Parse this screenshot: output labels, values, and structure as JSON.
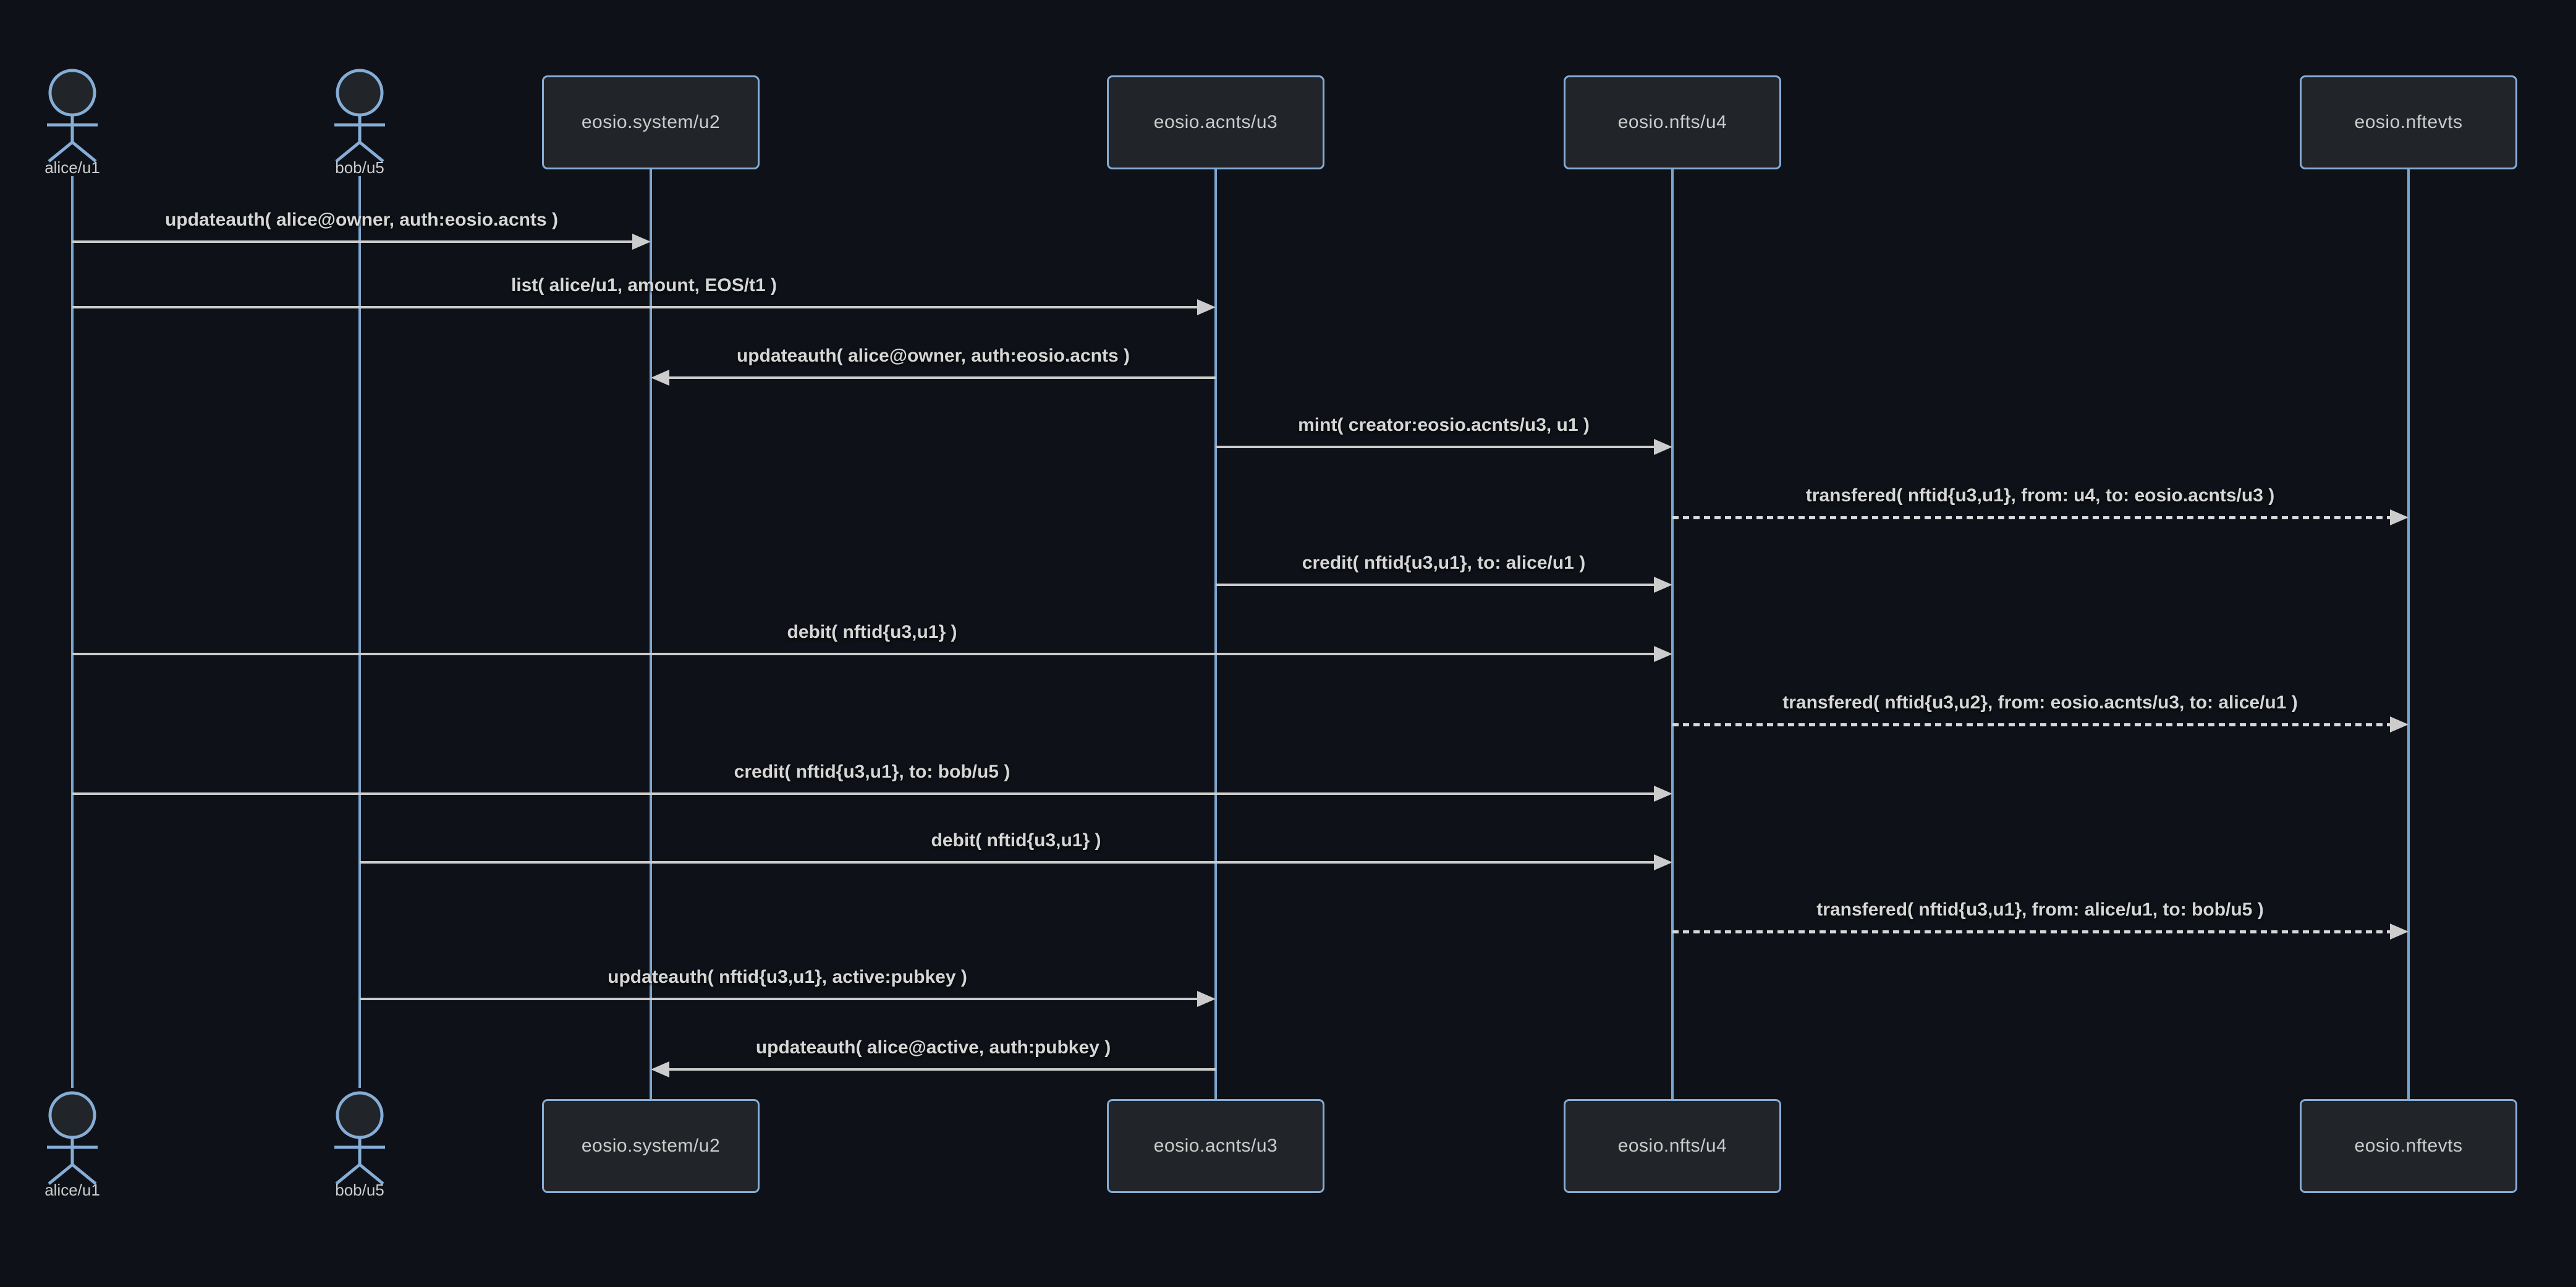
{
  "diagram": {
    "type": "sequence",
    "actors": [
      {
        "label": "alice/u1"
      },
      {
        "label": "bob/u5"
      }
    ],
    "participants": [
      {
        "label": "eosio.system/u2"
      },
      {
        "label": "eosio.acnts/u3"
      },
      {
        "label": "eosio.nfts/u4"
      },
      {
        "label": "eosio.nftevts"
      }
    ],
    "messages": [
      {
        "from": "alice/u1",
        "to": "eosio.system/u2",
        "line": "solid",
        "direction": "right",
        "label": "updateauth( alice@owner, auth:eosio.acnts )"
      },
      {
        "from": "alice/u1",
        "to": "eosio.acnts/u3",
        "line": "solid",
        "direction": "right",
        "label": "list( alice/u1, amount, EOS/t1 )"
      },
      {
        "from": "eosio.acnts/u3",
        "to": "eosio.system/u2",
        "line": "solid",
        "direction": "left",
        "label": "updateauth( alice@owner, auth:eosio.acnts )"
      },
      {
        "from": "eosio.acnts/u3",
        "to": "eosio.nfts/u4",
        "line": "solid",
        "direction": "right",
        "label": "mint( creator:eosio.acnts/u3, u1 )"
      },
      {
        "from": "eosio.nfts/u4",
        "to": "eosio.nftevts",
        "line": "dotted",
        "direction": "right",
        "label": "transfered( nftid{u3,u1}, from: u4, to: eosio.acnts/u3 )"
      },
      {
        "from": "eosio.acnts/u3",
        "to": "eosio.nfts/u4",
        "line": "solid",
        "direction": "right",
        "label": "credit( nftid{u3,u1}, to: alice/u1 )"
      },
      {
        "from": "alice/u1",
        "to": "eosio.nfts/u4",
        "line": "solid",
        "direction": "right",
        "label": "debit( nftid{u3,u1} )"
      },
      {
        "from": "eosio.nfts/u4",
        "to": "eosio.nftevts",
        "line": "dotted",
        "direction": "right",
        "label": "transfered( nftid{u3,u2}, from: eosio.acnts/u3, to: alice/u1 )"
      },
      {
        "from": "alice/u1",
        "to": "eosio.nfts/u4",
        "line": "solid",
        "direction": "right",
        "label": "credit( nftid{u3,u1}, to: bob/u5 )"
      },
      {
        "from": "bob/u5",
        "to": "eosio.nfts/u4",
        "line": "solid",
        "direction": "right",
        "label": "debit( nftid{u3,u1} )"
      },
      {
        "from": "eosio.nfts/u4",
        "to": "eosio.nftevts",
        "line": "dotted",
        "direction": "right",
        "label": "transfered( nftid{u3,u1}, from: alice/u1, to: bob/u5 )"
      },
      {
        "from": "bob/u5",
        "to": "eosio.acnts/u3",
        "line": "solid",
        "direction": "right",
        "label": "updateauth( nftid{u3,u1}, active:pubkey )"
      },
      {
        "from": "eosio.acnts/u3",
        "to": "eosio.system/u2",
        "line": "solid",
        "direction": "left",
        "label": "updateauth( alice@active, auth:pubkey )"
      }
    ],
    "colors": {
      "background": "#0e1218",
      "participant_fill": "#212529",
      "stroke_blue": "#86add6",
      "lifeline_blue": "#7da6cf",
      "arrow_gray": "#cccccc",
      "message_text": "#d6d6d6"
    }
  }
}
